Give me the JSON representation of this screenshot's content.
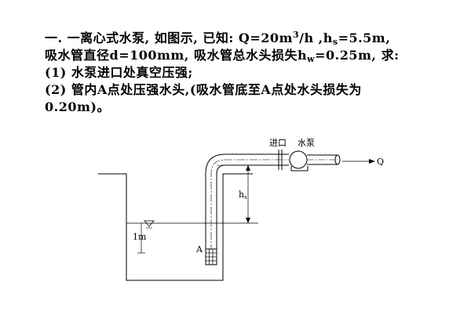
{
  "problem": {
    "line1": {
      "lead": "一. 一离心式水泵, 如图示, 已知: Q=20m",
      "sup": "3",
      "mid": "/h ,h",
      "sub": "s",
      "tail": "=5.5m,"
    },
    "line2": {
      "lead": "吸水管直径d=100mm, 吸水管总水头损失h",
      "sub": "w",
      "tail": "=0.25m, 求:"
    },
    "line3": "(1)  水泵进口处真空压强;",
    "line4": "(2) 管内A点处压强水头,(吸水管底至A点处水头损失为",
    "line5": "0.20m)。"
  },
  "diagram": {
    "inlet_label": "进口",
    "pump_label": "水泵",
    "flow_label": "Q",
    "hs_label": "h",
    "hs_sub": "s",
    "depth_label": "1m",
    "point_label": "A"
  }
}
